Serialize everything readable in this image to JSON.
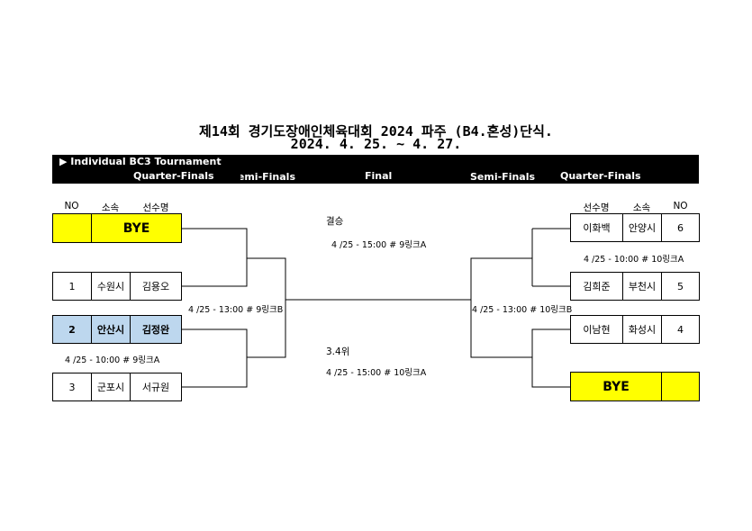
{
  "title": {
    "line1": "제14회 경기도장애인체육대회 2024 파주 (B4.혼성)단식.",
    "line2": "2024. 4. 25. ~ 4. 27."
  },
  "header_bar": {
    "tournament": "▶ Individual BC3 Tournament",
    "qf_left": "Quarter-Finals",
    "sf_left": "Semi-Finals",
    "final": "Final",
    "sf_right": "Semi-Finals",
    "qf_right": "Quarter-Finals"
  },
  "left_columns": {
    "no": "NO",
    "club": "소속",
    "player": "선수명"
  },
  "right_columns": {
    "player": "선수명",
    "club": "소속",
    "no": "NO"
  },
  "left_entries": [
    {
      "no": "",
      "club": "",
      "player": "",
      "bye": "BYE"
    },
    {
      "no": "1",
      "club": "수원시",
      "player": "김용오"
    },
    {
      "no": "2",
      "club": "안산시",
      "player": "김정완"
    },
    {
      "no": "3",
      "club": "군포시",
      "player": "서규원"
    }
  ],
  "right_entries": [
    {
      "player": "이화백",
      "club": "안양시",
      "no": "6"
    },
    {
      "player": "김희준",
      "club": "부천시",
      "no": "5"
    },
    {
      "player": "이남현",
      "club": "화성시",
      "no": "4"
    },
    {
      "player": "",
      "club": "",
      "no": "",
      "bye": "BYE"
    }
  ],
  "match_info": {
    "left_qf_bottom": "4 /25 - 10:00 # 9링크A",
    "left_sf": "4 /25 - 13:00 # 9링크B",
    "right_qf_top": "4 /25 - 10:00 # 10링크A",
    "right_sf": "4 /25 - 13:00 # 10링크B",
    "final_label": "결승",
    "final_time": "4 /25 - 15:00 # 9링크A",
    "third_label": "3.4위",
    "third_time": "4 /25 - 15:00 # 10링크A"
  },
  "colors": {
    "bye": "#ffff00",
    "highlight": "#bdd7ee",
    "bar": "#000000"
  }
}
